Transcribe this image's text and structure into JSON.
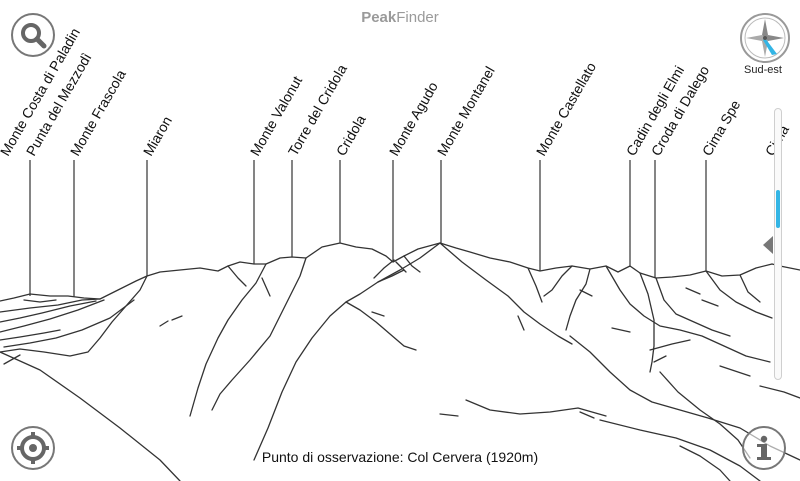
{
  "app": {
    "title_bold": "Peak",
    "title_rest": "Finder"
  },
  "compass": {
    "direction": "Sud-est"
  },
  "footer": {
    "observation_point": "Punto di osservazione: Col Cervera (1920m)"
  },
  "scroll": {
    "position_fraction": 0.35,
    "visible_fraction": 0.14
  },
  "peaks": [
    {
      "name": "Monte Costa di Paladin"
    },
    {
      "name": "Punta del Mezzodì"
    },
    {
      "name": "Monte Frascola"
    },
    {
      "name": "Miaron"
    },
    {
      "name": "Monte Valonut"
    },
    {
      "name": "Torre del Cridola"
    },
    {
      "name": "Cridola"
    },
    {
      "name": "Monte Agudo"
    },
    {
      "name": "Monte Montanel"
    },
    {
      "name": "Monte Castellato"
    },
    {
      "name": "Cadin degli Elmi"
    },
    {
      "name": "Croda di Dalego"
    },
    {
      "name": "Cima Spe"
    },
    {
      "name": "Cima"
    }
  ],
  "colors": {
    "line": "#333333",
    "accent": "#33b5e5",
    "title_gray": "#9a9a9a"
  },
  "icons": {
    "search": "search-icon",
    "compass": "compass-icon",
    "locate": "crosshair-icon",
    "info": "info-icon"
  }
}
